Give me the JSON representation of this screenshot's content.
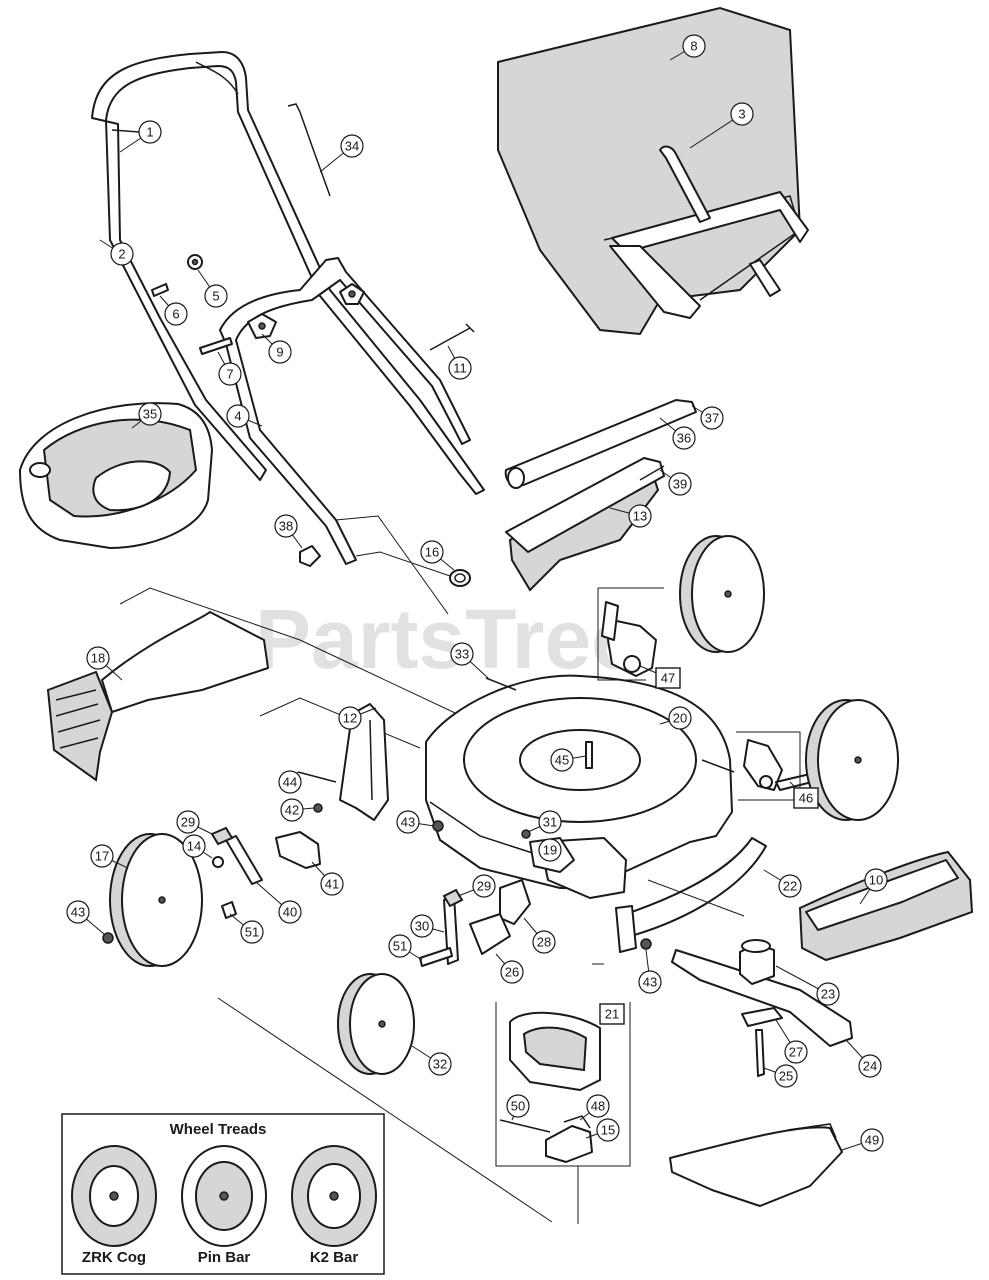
{
  "watermark": "PartsTree",
  "callouts": [
    {
      "id": "p1",
      "label": "1"
    },
    {
      "id": "p2",
      "label": "2"
    },
    {
      "id": "p3",
      "label": "3"
    },
    {
      "id": "p4",
      "label": "4"
    },
    {
      "id": "p5",
      "label": "5"
    },
    {
      "id": "p6",
      "label": "6"
    },
    {
      "id": "p7",
      "label": "7"
    },
    {
      "id": "p8",
      "label": "8"
    },
    {
      "id": "p9",
      "label": "9"
    },
    {
      "id": "p10",
      "label": "10"
    },
    {
      "id": "p11",
      "label": "11"
    },
    {
      "id": "p12",
      "label": "12"
    },
    {
      "id": "p13",
      "label": "13"
    },
    {
      "id": "p14",
      "label": "14"
    },
    {
      "id": "p15",
      "label": "15"
    },
    {
      "id": "p16",
      "label": "16"
    },
    {
      "id": "p17",
      "label": "17"
    },
    {
      "id": "p18",
      "label": "18"
    },
    {
      "id": "p19",
      "label": "19"
    },
    {
      "id": "p20",
      "label": "20"
    },
    {
      "id": "p21",
      "label": "21"
    },
    {
      "id": "p22",
      "label": "22"
    },
    {
      "id": "p23",
      "label": "23"
    },
    {
      "id": "p24",
      "label": "24"
    },
    {
      "id": "p25",
      "label": "25"
    },
    {
      "id": "p26",
      "label": "26"
    },
    {
      "id": "p27",
      "label": "27"
    },
    {
      "id": "p28",
      "label": "28"
    },
    {
      "id": "p29a",
      "label": "29"
    },
    {
      "id": "p29b",
      "label": "29"
    },
    {
      "id": "p30",
      "label": "30"
    },
    {
      "id": "p31",
      "label": "31"
    },
    {
      "id": "p32",
      "label": "32"
    },
    {
      "id": "p33",
      "label": "33"
    },
    {
      "id": "p34",
      "label": "34"
    },
    {
      "id": "p35",
      "label": "35"
    },
    {
      "id": "p36",
      "label": "36"
    },
    {
      "id": "p37",
      "label": "37"
    },
    {
      "id": "p38",
      "label": "38"
    },
    {
      "id": "p39",
      "label": "39"
    },
    {
      "id": "p40",
      "label": "40"
    },
    {
      "id": "p41",
      "label": "41"
    },
    {
      "id": "p42",
      "label": "42"
    },
    {
      "id": "p43a",
      "label": "43"
    },
    {
      "id": "p43b",
      "label": "43"
    },
    {
      "id": "p43c",
      "label": "43"
    },
    {
      "id": "p44",
      "label": "44"
    },
    {
      "id": "p45",
      "label": "45"
    },
    {
      "id": "p46",
      "label": "46"
    },
    {
      "id": "p47",
      "label": "47"
    },
    {
      "id": "p48",
      "label": "48"
    },
    {
      "id": "p49",
      "label": "49"
    },
    {
      "id": "p50",
      "label": "50"
    },
    {
      "id": "p51a",
      "label": "51"
    },
    {
      "id": "p51b",
      "label": "51"
    }
  ],
  "legend": {
    "title": "Wheel Treads",
    "treads": [
      "ZRK Cog",
      "Pin Bar",
      "K2 Bar"
    ]
  }
}
